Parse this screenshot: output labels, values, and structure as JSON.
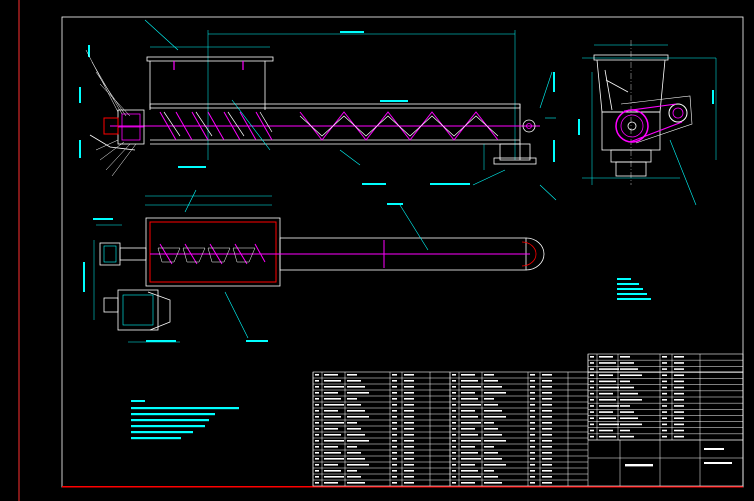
{
  "drawing": {
    "background": "#000000",
    "colors": {
      "border": "#ff0000",
      "frame": "#ffffff",
      "outline": "#00ffff",
      "screw": "#ff00ff",
      "dimension": "#00ffff",
      "hatch": "#ffffff",
      "highlight": "#ff00ff",
      "titleblock": "#ffffff",
      "note": "#00ffff"
    },
    "views": [
      "elevation-view",
      "plan-view",
      "end-view"
    ],
    "icons": [
      "motor-icon",
      "chain-drive-icon",
      "inlet-hopper-icon",
      "outlet-chute-icon"
    ]
  }
}
